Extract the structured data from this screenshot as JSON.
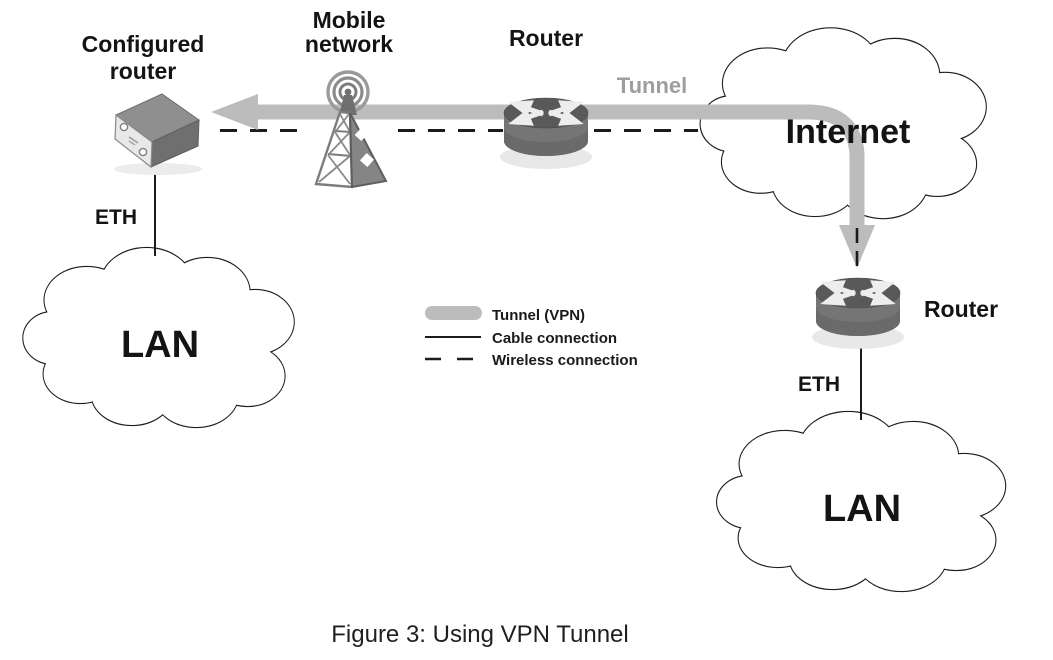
{
  "figure": {
    "caption": "Figure 3: Using VPN Tunnel"
  },
  "labels": {
    "configured_router": [
      "Configured",
      "router"
    ],
    "mobile_network": [
      "Mobile",
      "network"
    ],
    "router_center": "Router",
    "router_right": "Router",
    "internet": "Internet",
    "tunnel": "Tunnel",
    "eth_left": "ETH",
    "eth_right": "ETH",
    "lan_left": "LAN",
    "lan_right": "LAN"
  },
  "legend": {
    "items": [
      {
        "key": "tunnel-vpn",
        "label": "Tunnel (VPN)"
      },
      {
        "key": "cable",
        "label": "Cable connection"
      },
      {
        "key": "wireless",
        "label": "Wireless connection"
      }
    ]
  },
  "icons": {
    "configured_router": "industrial-router-3d-box",
    "mobile_network": "cell-tower-with-signal-rings",
    "router": "router-cylinder-with-arrows",
    "network_area": "cloud-outline"
  },
  "colors": {
    "tunnel_band": "#bcbcbc",
    "tunnel_label": "#9e9e9e",
    "line": "#1b1b1b",
    "background": "#ffffff"
  }
}
